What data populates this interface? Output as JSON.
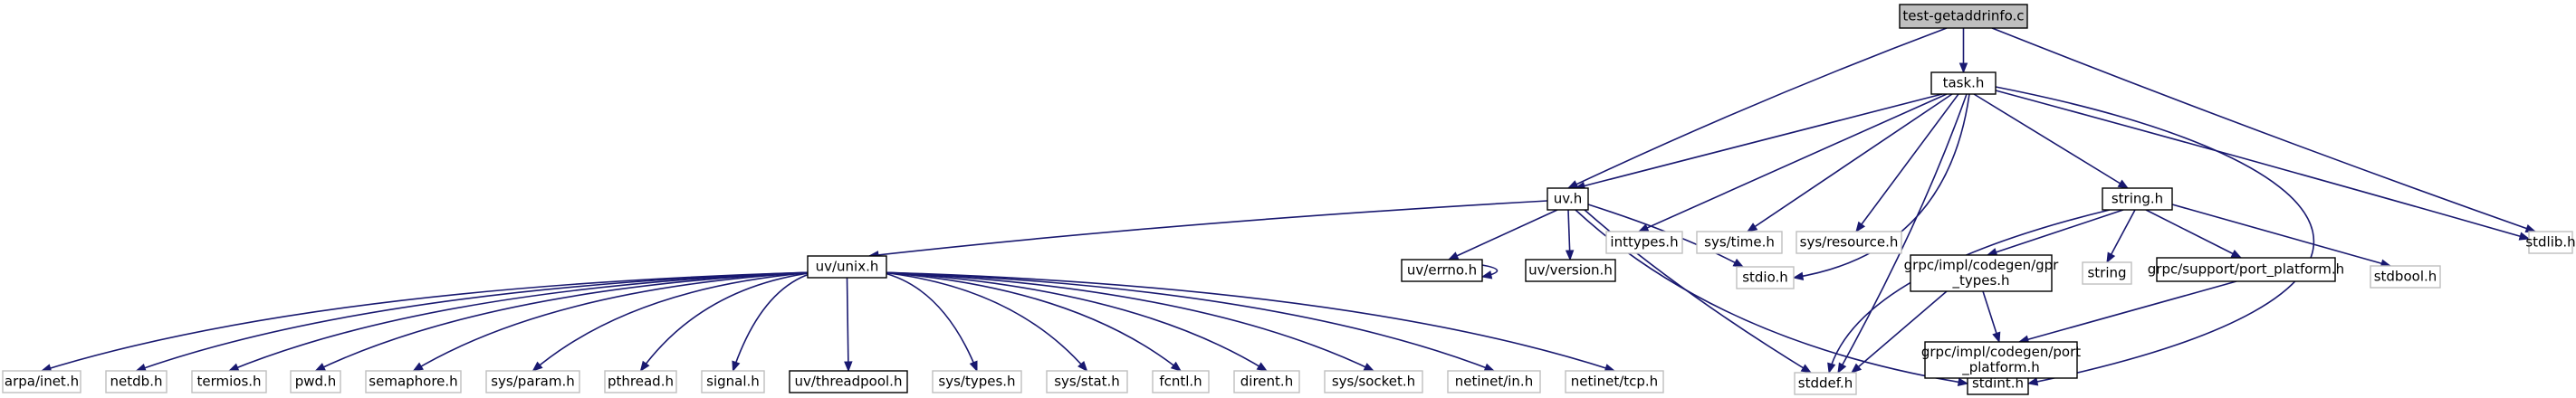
{
  "graph": {
    "colors": {
      "root_fill": "#bfbfbf",
      "root_stroke": "#000000",
      "documented_stroke": "#000000",
      "external_stroke": "#bfbfbf",
      "edge": "#191970"
    },
    "nodes": [
      {
        "id": "root",
        "label": "test-getaddrinfo.c",
        "kind": "root"
      },
      {
        "id": "task",
        "label": "task.h",
        "kind": "documented"
      },
      {
        "id": "uv",
        "label": "uv.h",
        "kind": "documented"
      },
      {
        "id": "stdlib",
        "label": "stdlib.h",
        "kind": "external"
      },
      {
        "id": "inttypes",
        "label": "inttypes.h",
        "kind": "external"
      },
      {
        "id": "systime",
        "label": "sys/time.h",
        "kind": "external"
      },
      {
        "id": "sysresource",
        "label": "sys/resource.h",
        "kind": "external"
      },
      {
        "id": "string",
        "label": "string.h",
        "kind": "documented"
      },
      {
        "id": "uvunix",
        "label": "uv/unix.h",
        "kind": "documented"
      },
      {
        "id": "uverrno",
        "label": "uv/errno.h",
        "kind": "documented"
      },
      {
        "id": "uvversion",
        "label": "uv/version.h",
        "kind": "documented"
      },
      {
        "id": "stdio",
        "label": "stdio.h",
        "kind": "external"
      },
      {
        "id": "stddef",
        "label": "stddef.h",
        "kind": "external"
      },
      {
        "id": "stdint",
        "label": "stdint.h",
        "kind": "documented"
      },
      {
        "id": "gprtypes",
        "label": [
          "grpc/impl/codegen/gpr",
          "_types.h"
        ],
        "kind": "documented"
      },
      {
        "id": "stringlib",
        "label": "string",
        "kind": "external"
      },
      {
        "id": "portplatform",
        "label": "grpc/support/port_platform.h",
        "kind": "documented"
      },
      {
        "id": "stdbool",
        "label": "stdbool.h",
        "kind": "external"
      },
      {
        "id": "codegenport",
        "label": [
          "grpc/impl/codegen/port",
          "_platform.h"
        ],
        "kind": "documented"
      },
      {
        "id": "arpainet",
        "label": "arpa/inet.h",
        "kind": "external"
      },
      {
        "id": "netdb",
        "label": "netdb.h",
        "kind": "external"
      },
      {
        "id": "termios",
        "label": "termios.h",
        "kind": "external"
      },
      {
        "id": "pwd",
        "label": "pwd.h",
        "kind": "external"
      },
      {
        "id": "semaphore",
        "label": "semaphore.h",
        "kind": "external"
      },
      {
        "id": "sysparam",
        "label": "sys/param.h",
        "kind": "external"
      },
      {
        "id": "pthread",
        "label": "pthread.h",
        "kind": "external"
      },
      {
        "id": "signal",
        "label": "signal.h",
        "kind": "external"
      },
      {
        "id": "threadpool",
        "label": "uv/threadpool.h",
        "kind": "documented"
      },
      {
        "id": "systypes",
        "label": "sys/types.h",
        "kind": "external"
      },
      {
        "id": "sysstat",
        "label": "sys/stat.h",
        "kind": "external"
      },
      {
        "id": "fcntl",
        "label": "fcntl.h",
        "kind": "external"
      },
      {
        "id": "dirent",
        "label": "dirent.h",
        "kind": "external"
      },
      {
        "id": "syssocket",
        "label": "sys/socket.h",
        "kind": "external"
      },
      {
        "id": "netinetin",
        "label": "netinet/in.h",
        "kind": "external"
      },
      {
        "id": "netinettcp",
        "label": "netinet/tcp.h",
        "kind": "external"
      }
    ],
    "edges": [
      {
        "from": "root",
        "to": "task"
      },
      {
        "from": "root",
        "to": "uv"
      },
      {
        "from": "root",
        "to": "stdlib"
      },
      {
        "from": "task",
        "to": "uv"
      },
      {
        "from": "task",
        "to": "inttypes"
      },
      {
        "from": "task",
        "to": "systime"
      },
      {
        "from": "task",
        "to": "sysresource"
      },
      {
        "from": "task",
        "to": "stdlib"
      },
      {
        "from": "task",
        "to": "string"
      },
      {
        "from": "task",
        "to": "stdio"
      },
      {
        "from": "task",
        "to": "stddef"
      },
      {
        "from": "task",
        "to": "stdint"
      },
      {
        "from": "uv",
        "to": "uvunix"
      },
      {
        "from": "uv",
        "to": "uverrno"
      },
      {
        "from": "uv",
        "to": "uvversion"
      },
      {
        "from": "uv",
        "to": "stdio"
      },
      {
        "from": "uv",
        "to": "stddef"
      },
      {
        "from": "uv",
        "to": "stdint"
      },
      {
        "from": "uverrno",
        "to": "uverrno"
      },
      {
        "from": "string",
        "to": "stddef"
      },
      {
        "from": "string",
        "to": "gprtypes"
      },
      {
        "from": "string",
        "to": "stringlib"
      },
      {
        "from": "string",
        "to": "portplatform"
      },
      {
        "from": "string",
        "to": "stdbool"
      },
      {
        "from": "gprtypes",
        "to": "stddef"
      },
      {
        "from": "gprtypes",
        "to": "codegenport"
      },
      {
        "from": "portplatform",
        "to": "codegenport"
      },
      {
        "from": "codegenport",
        "to": "stdint"
      },
      {
        "from": "uvunix",
        "to": "arpainet"
      },
      {
        "from": "uvunix",
        "to": "netdb"
      },
      {
        "from": "uvunix",
        "to": "termios"
      },
      {
        "from": "uvunix",
        "to": "pwd"
      },
      {
        "from": "uvunix",
        "to": "semaphore"
      },
      {
        "from": "uvunix",
        "to": "sysparam"
      },
      {
        "from": "uvunix",
        "to": "pthread"
      },
      {
        "from": "uvunix",
        "to": "signal"
      },
      {
        "from": "uvunix",
        "to": "threadpool"
      },
      {
        "from": "uvunix",
        "to": "systypes"
      },
      {
        "from": "uvunix",
        "to": "sysstat"
      },
      {
        "from": "uvunix",
        "to": "fcntl"
      },
      {
        "from": "uvunix",
        "to": "dirent"
      },
      {
        "from": "uvunix",
        "to": "syssocket"
      },
      {
        "from": "uvunix",
        "to": "netinetin"
      },
      {
        "from": "uvunix",
        "to": "netinettcp"
      }
    ]
  }
}
